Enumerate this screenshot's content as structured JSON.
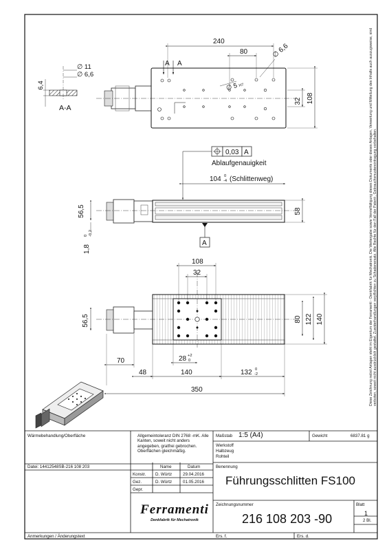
{
  "drawing": {
    "section_label": "A-A",
    "section_dim_depth": "6,4",
    "section_dim_d11": "∅ 11",
    "section_dim_d66": "∅ 6,6",
    "top_view": {
      "dim_240": "240",
      "dim_80": "80",
      "dim_hole": "∅ 6,6",
      "dim_d5": "∅ 5",
      "dim_d5_tol": "H7",
      "dim_32": "32",
      "dim_108": "108",
      "cut_a1": "A",
      "cut_a2": "A"
    },
    "side_view": {
      "tol_value": "0,03",
      "tol_datum": "A",
      "tol_caption": "Ablaufgenauigkeit",
      "stroke_dim": "104",
      "stroke_tol_upper": "0",
      "stroke_tol_lower": "-4",
      "stroke_caption": "(Schlittenweg)",
      "dim_565": "56,5",
      "dim_58": "58",
      "dim_18": "1,8",
      "dim_18_tol_upper": "0",
      "dim_18_tol_lower": "-0,2",
      "datum": "A"
    },
    "plan_view": {
      "dim_108": "108",
      "dim_32": "32",
      "dim_565": "56,5",
      "dim_80": "80",
      "dim_122": "122",
      "dim_140_v": "140",
      "dim_70": "70",
      "dim_28": "28",
      "dim_28_tol_upper": "+2",
      "dim_28_tol_lower": "0",
      "dim_48": "48",
      "dim_140": "140",
      "dim_132": "132",
      "dim_132_tol_upper": "0",
      "dim_132_tol_lower": "-2",
      "dim_350": "350"
    },
    "legal_note": "Diese Zeichnung nebst Anlagen steht im Eigentum der Ferramenti - Denkfabrik für Mechatronik. Die Weitergabe sowie Vervielfältigung dieses Dokuments oder dieses Anlagen, Verwertung und Mitteilung des Inhalts auch auszugsweise, sind verboten, soweit nicht ausdrücklich gestattet. Zuwiderhandlungen verpflichten zu Schadenersatz. Alle Rechte für den Fall der Patent-, Gebrauchsmustereintragung vorbehalten."
  },
  "title_block": {
    "heat_treatment_label": "Wärmebehandlung/Oberfläche",
    "general_tolerance": "Allgemeintoleranz DIN 2768 -mK. Alle Kanten, soweit nicht anders angegeben, gratfrei gebrochen. Oberflächen gleichmäßig.",
    "scale_label": "Maßstab",
    "scale_value": "1:5 (A4)",
    "weight_label": "Gewicht",
    "weight_value": "6837.81 g",
    "material_label": "Werkstoff",
    "semi_label": "Halbzeug",
    "raw_label": "Rohteil",
    "file_label": "Datei: 14412548SB-216 108 203",
    "designation_label": "Benennung",
    "designation_value": "Führungsschlitten FS100",
    "col_name": "Name",
    "col_date": "Datum",
    "row_konstr": "Konstr.",
    "row_gez": "Gez.",
    "row_gepr": "Gepr.",
    "konstr_name": "D. Würtz",
    "konstr_date": "29.04.2016",
    "gez_name": "D. Würtz",
    "gez_date": "01.05.2016",
    "drawing_number_label": "Zeichnungsnummer",
    "drawing_number": "216 108 203 -90",
    "sheet_label": "Blatt",
    "sheet_value": "1",
    "sheet_total": "2 Bl.",
    "company": "Ferramenti",
    "company_tagline": "Denkfabrik für Mechatronik",
    "remarks_label": "Anmerkungen / Änderungstext",
    "ers_f": "Ers. f.",
    "ers_d": "Ers. d."
  }
}
